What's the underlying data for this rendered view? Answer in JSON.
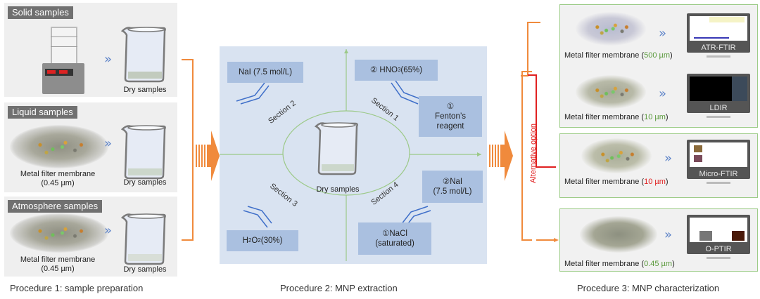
{
  "procedure1": {
    "title": "Procedure 1: sample preparation",
    "panels": [
      {
        "tag": "Solid samples",
        "source_caption": "",
        "result_caption": "Dry samples"
      },
      {
        "tag": "Liquid samples",
        "source_caption_line1": "Metal filter membrane",
        "source_caption_line2": "(0.45 µm)",
        "result_caption": "Dry samples"
      },
      {
        "tag": "Atmosphere samples",
        "source_caption_line1": "Metal filter membrane",
        "source_caption_line2": "(0.45 µm)",
        "result_caption": "Dry samples"
      }
    ]
  },
  "procedure2": {
    "title": "Procedure 2: MNP extraction",
    "center_caption": "Dry samples",
    "sections": [
      "Section 1",
      "Section 2",
      "Section 3",
      "Section 4"
    ],
    "reagents": {
      "nai_section2": "NaI (7.5 mol/L)",
      "hno3": "② HNO",
      "hno3_sub": "3",
      "hno3_tail": " (65%)",
      "fenton_num": "①",
      "fenton_line1": "Fenton’s",
      "fenton_line2": "reagent",
      "nai_section4_line1": "②NaI",
      "nai_section4_line2": "(7.5 mol/L)",
      "nacl_line1": "①NaCl",
      "nacl_line2": "(saturated)",
      "h2o2_a": "H",
      "h2o2_sub1": "2",
      "h2o2_b": "O",
      "h2o2_sub2": "2",
      "h2o2_tail": " (30%)"
    }
  },
  "procedure3": {
    "title": "Procedure 3: MNP characterization",
    "alternative_label": "Alternative option",
    "items": [
      {
        "caption": "Metal filter membrane (",
        "size": "500 µm",
        "size_color": "green",
        "close": ")",
        "instrument": "ATR-FTIR"
      },
      {
        "caption": "Metal filter membrane (",
        "size": "10 µm",
        "size_color": "green",
        "close": ")",
        "instrument": "LDIR"
      },
      {
        "caption": "Metal filter membrane (",
        "size": "10 µm",
        "size_color": "red",
        "close": ")",
        "instrument": "Micro-FTIR"
      },
      {
        "caption": "Metal filter membrane (",
        "size": "0.45 µm",
        "size_color": "green",
        "close": ")",
        "instrument": "O-PTIR"
      }
    ]
  },
  "colors": {
    "orange_arrow": "#f08a3c",
    "red_bracket": "#e02020",
    "green_border": "#9dcc88",
    "panel_blue": "#d9e3f1",
    "reagent_blue": "#aac0e0",
    "chevron_blue": "#5b82c8"
  },
  "icons": {
    "chevron": "»"
  }
}
